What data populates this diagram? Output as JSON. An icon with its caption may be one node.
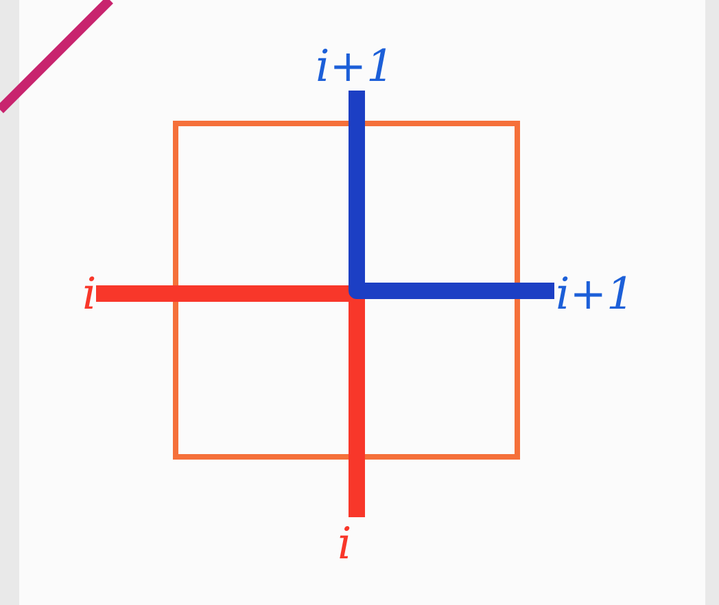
{
  "diagram": {
    "labels": [
      "i+1",
      "i",
      "i+1",
      "i"
    ]
  }
}
